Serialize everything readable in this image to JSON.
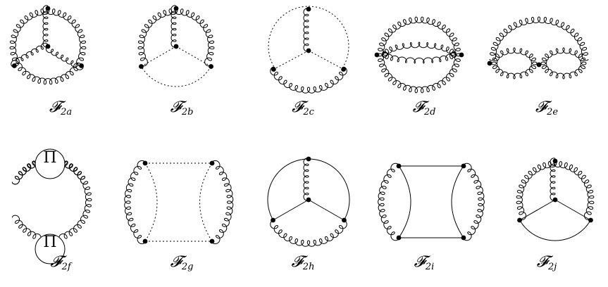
{
  "figure": {
    "diagrams": [
      {
        "id": "2a",
        "label_main": "𝓕",
        "label_sub": "2a"
      },
      {
        "id": "2b",
        "label_main": "𝓕",
        "label_sub": "2b"
      },
      {
        "id": "2c",
        "label_main": "𝓕",
        "label_sub": "2c"
      },
      {
        "id": "2d",
        "label_main": "𝓕",
        "label_sub": "2d"
      },
      {
        "id": "2e",
        "label_main": "𝓕",
        "label_sub": "2e"
      },
      {
        "id": "2f",
        "label_main": "𝓕",
        "label_sub": "2f",
        "insert_label": "Π"
      },
      {
        "id": "2g",
        "label_main": "𝓕",
        "label_sub": "2g"
      },
      {
        "id": "2h",
        "label_main": "𝓕",
        "label_sub": "2h"
      },
      {
        "id": "2i",
        "label_main": "𝓕",
        "label_sub": "2i"
      },
      {
        "id": "2j",
        "label_main": "𝓕",
        "label_sub": "2j"
      }
    ]
  },
  "colors": {
    "ink": "#000000",
    "paper": "#ffffff"
  }
}
